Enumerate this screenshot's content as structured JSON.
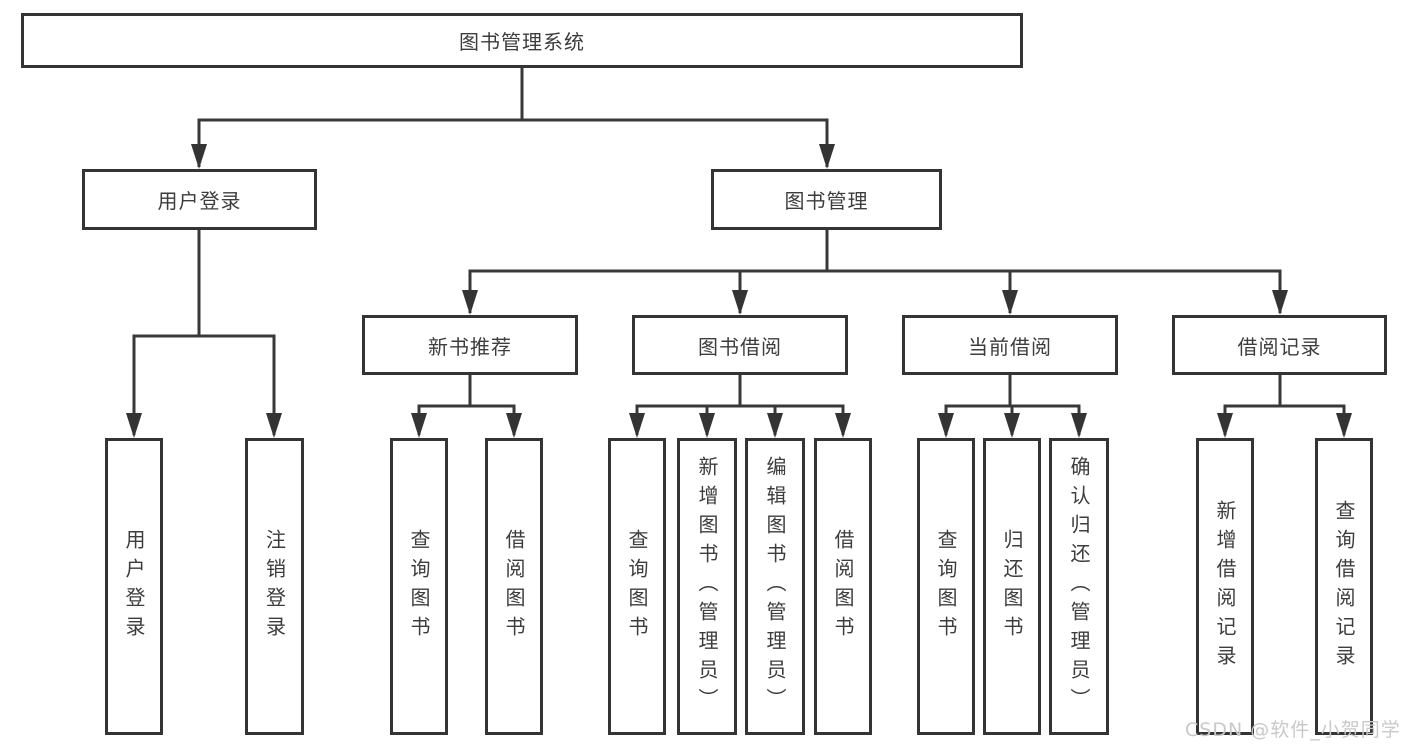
{
  "diagram": {
    "root_label": "图书管理系统",
    "level2": {
      "user_login": "用户登录",
      "book_mgmt": "图书管理"
    },
    "level3": {
      "new_book_rec": "新书推荐",
      "book_borrow": "图书借阅",
      "current_borrow": "当前借阅",
      "borrow_record": "借阅记录"
    },
    "leaves": {
      "user_login": [
        "用户登录",
        "注销登录"
      ],
      "new_book_rec": [
        "查询图书",
        "借阅图书"
      ],
      "book_borrow": [
        "查询图书",
        "新增图书（管理员）",
        "编辑图书（管理员）",
        "借阅图书"
      ],
      "current_borrow": [
        "查询图书",
        "归还图书",
        "确认归还（管理员）"
      ],
      "borrow_record": [
        "新增借阅记录",
        "查询借阅记录"
      ]
    },
    "watermark": "CSDN @软件_小贺同学",
    "colors": {
      "line": "#383838",
      "border": "#343434",
      "text": "#3d3d3d",
      "watermark": "#c9c9c9",
      "background": "#ffffff"
    }
  }
}
